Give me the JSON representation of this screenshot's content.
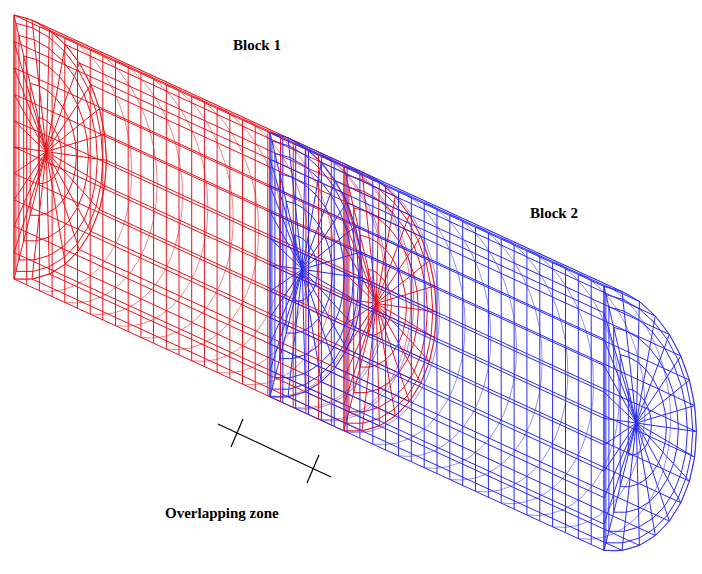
{
  "diagram": {
    "labels": [
      "Block 1",
      "Block 2",
      "Overlapping zone"
    ]
  }
}
